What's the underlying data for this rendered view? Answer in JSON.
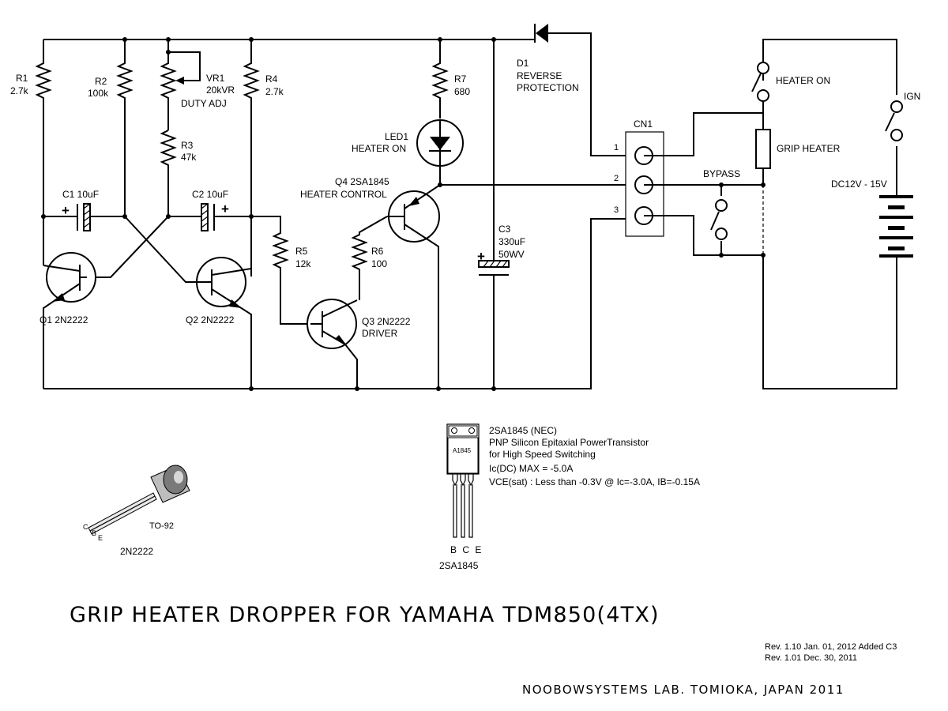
{
  "components": {
    "r1": {
      "ref": "R1",
      "value": "2.7k"
    },
    "r2": {
      "ref": "R2",
      "value": "100k"
    },
    "vr1": {
      "ref": "VR1",
      "value": "20kVR",
      "note": "DUTY ADJ"
    },
    "r3": {
      "ref": "R3",
      "value": "47k"
    },
    "r4": {
      "ref": "R4",
      "value": "2.7k"
    },
    "r5": {
      "ref": "R5",
      "value": "12k"
    },
    "r6": {
      "ref": "R6",
      "value": "100"
    },
    "r7": {
      "ref": "R7",
      "value": "680"
    },
    "c1": {
      "label": "C1 10uF"
    },
    "c2": {
      "label": "C2 10uF"
    },
    "c3": {
      "ref": "C3",
      "value": "330uF",
      "rating": "50WV"
    },
    "q1": {
      "label": "Q1 2N2222"
    },
    "q2": {
      "label": "Q2 2N2222"
    },
    "q3": {
      "label": "Q3 2N2222",
      "role": "DRIVER"
    },
    "q4": {
      "label": "Q4 2SA1845",
      "role": "HEATER CONTROL"
    },
    "led1": {
      "ref": "LED1",
      "role": "HEATER ON"
    },
    "d1": {
      "ref": "D1",
      "line1": "REVERSE",
      "line2": "PROTECTION"
    },
    "cn1": {
      "ref": "CN1",
      "pins": [
        "1",
        "2",
        "3"
      ]
    },
    "plus": "+"
  },
  "external": {
    "heater_on": "HEATER ON",
    "grip_heater": "GRIP HEATER",
    "bypass": "BYPASS",
    "ign": "IGN",
    "supply": "DC12V - 15V"
  },
  "packages": {
    "to92": {
      "leads": [
        "C",
        "B",
        "E"
      ],
      "package": "TO-92",
      "part": "2N2222"
    },
    "to220": {
      "marking": "A1845",
      "leads": "B C E",
      "part": "2SA1845",
      "desc": [
        "2SA1845 (NEC)",
        "PNP Silicon Epitaxial PowerTransistor",
        "for High Speed Switching",
        "Ic(DC) MAX = -5.0A",
        "VCE(sat) : Less than -0.3V @ Ic=-3.0A, IB=-0.15A"
      ]
    }
  },
  "title": "GRIP HEATER DROPPER FOR YAMAHA TDM850(4TX)",
  "revisions": [
    "Rev. 1.10 Jan. 01, 2012 Added C3",
    "Rev. 1.01 Dec. 30, 2011"
  ],
  "credit": "NOOBOWSYSTEMS LAB. TOMIOKA, JAPAN 2011"
}
